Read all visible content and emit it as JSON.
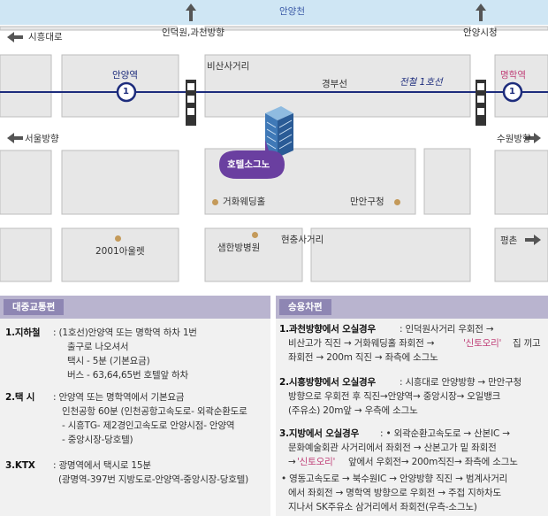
{
  "map": {
    "river": "안양천",
    "roads": {
      "siheung_daero": "시흥대로",
      "indeokwon": "인덕원,과천방향",
      "anyang_city": "안양시청",
      "seoul": "서울방향",
      "suwon": "수원방향",
      "pyeongchon": "평촌"
    },
    "stations": {
      "anyang": "안양역",
      "myeonghak": "명학역",
      "line_number": "1"
    },
    "intersections": {
      "bisan": "비산사거리",
      "hyeonchung": "현충사거리"
    },
    "railway": {
      "gyeongbu": "경부선",
      "subway_line": "전철 1호선"
    },
    "hotel": "호텔소그노",
    "landmarks": {
      "wedding": "거화웨딩홀",
      "manan": "만안구청",
      "outlet": "2001아울렛",
      "hospital": "샘한방병원"
    },
    "colors": {
      "road": "#ffffff",
      "block": "#e7e7e7",
      "line1": "#1d2c7c",
      "hotel": "#6a3fa0",
      "river": "#cfe6f4"
    }
  },
  "info": {
    "public": {
      "title": "대중교통편",
      "subway_label": "1.지하철",
      "subway": [
        ": (1호선)안양역 또는 명학역 하차 1번",
        "출구로 나오셔서",
        "택시 - 5분 (기본요금)",
        "버스 - 63,64,65번 호텔앞 하차"
      ],
      "taxi_label": "2.택   시",
      "taxi": [
        ": 안양역 또는 명학역에서 기본요금",
        "인천공항 60분 (인천공항고속도로- 외곽순환도로",
        "- 시흥TG- 제2경인고속도로 안양시점- 안양역",
        "- 중앙시장-당호텔)"
      ],
      "ktx_label": "3.KTX",
      "ktx": [
        ": 광명역에서 택시로 15분",
        "(광명역-397번 지방도로-안양역-중앙시장-당호텔)"
      ]
    },
    "car": {
      "title": "승용차편",
      "r1_label": "1.과천방향에서 오실경우",
      "r1": [
        ": 인덕원사거리 우회전 →",
        "비산고가 직진 → 거화웨딩홀 좌회전 →",
        "'신토오리'",
        "집 끼고",
        "좌회전 → 200m 직진 → 좌측에 소그노"
      ],
      "r2_label": "2.시흥방향에서 오실경우",
      "r2": [
        ": 시흥대로 안양방향 → 만안구청",
        "방향으로 우회전 후 직진→안양역→ 중앙시장→ 오일뱅크",
        "(주유소) 20m앞 → 우측에 소그노"
      ],
      "r3_label": "3.지방에서 오실경우",
      "r3": [
        ": • 외곽순환고속도로 → 산본IC →",
        "문화예술회관 사거리에서 좌회전 → 산본고가 밑 좌회전",
        "→",
        "'신토오리'",
        "앞에서 우회전→ 200m직진→ 좌측에 소그노"
      ],
      "r4": [
        "• 영동고속도로 → 북수원IC → 안양방향 직진 → 범계사거리",
        "에서  좌회전 → 명학역 방향으로 우회전 → 주접 지하차도",
        "지나서 SK주유소 삼거리에서 좌회전(우측-소그노)"
      ]
    }
  }
}
